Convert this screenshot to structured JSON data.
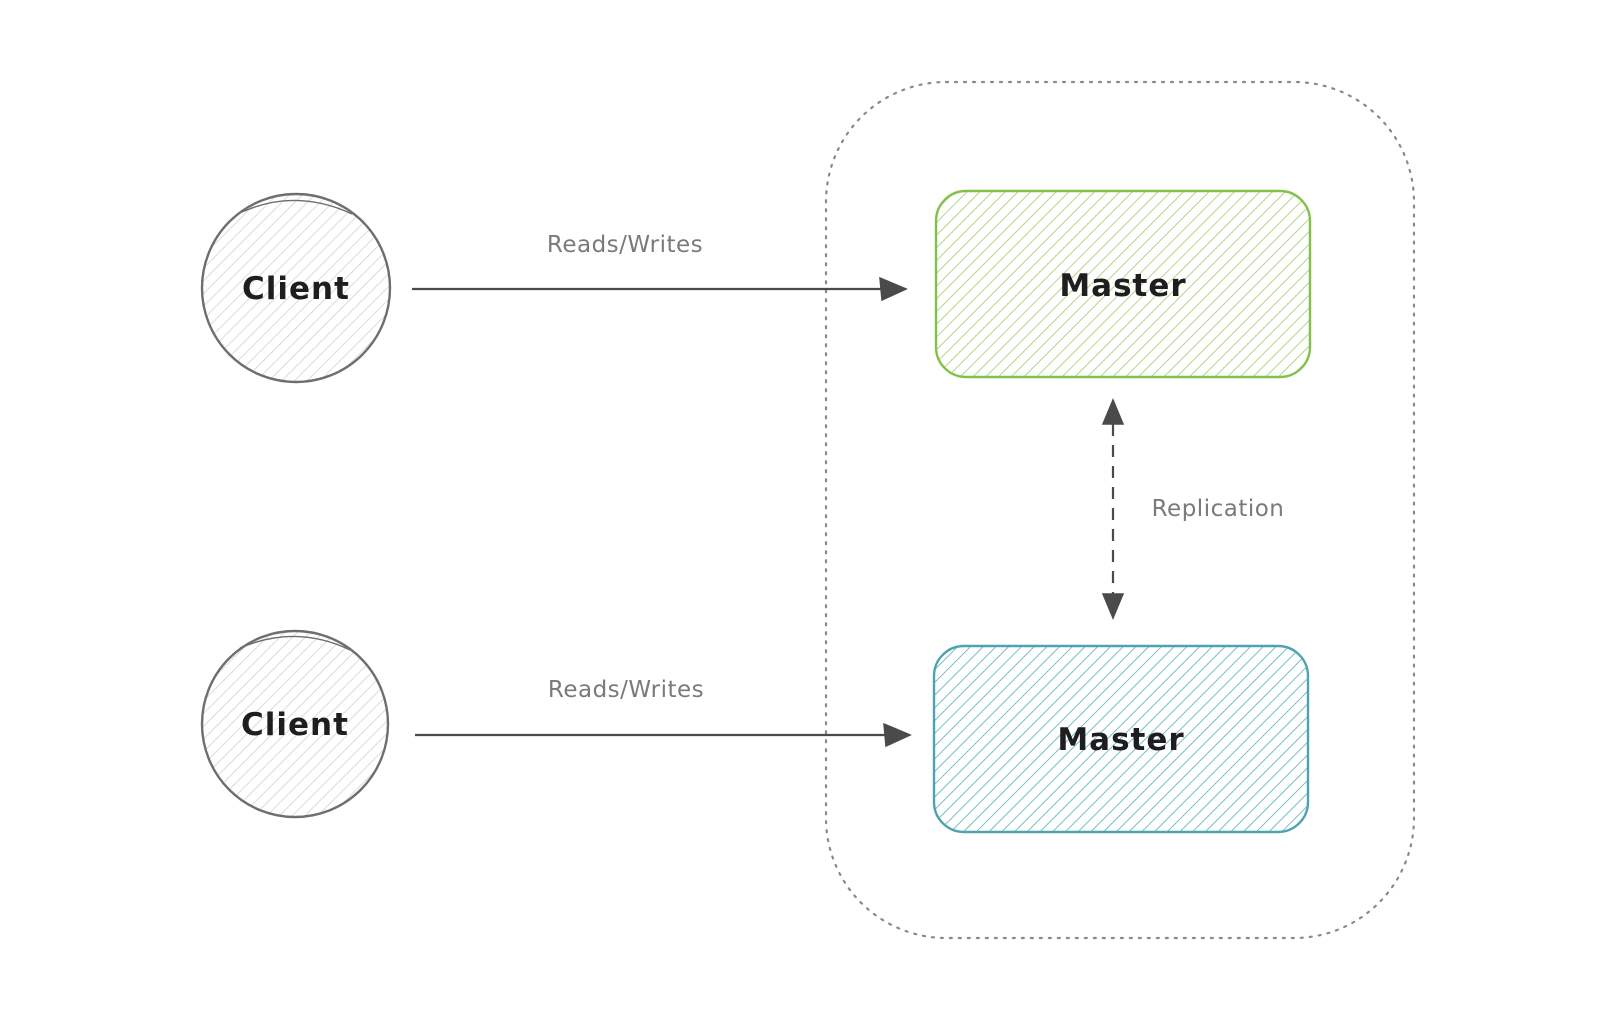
{
  "colors": {
    "background": "#ffffff",
    "client_stroke": "#6e6e6e",
    "client_hatch": "#c9d6d2",
    "master_top_stroke": "#82c04a",
    "master_top_hatch": "#a8d47a",
    "master_bottom_stroke": "#4fa3b1",
    "master_bottom_hatch": "#66b8c4",
    "edge": "#4a4a4a",
    "group_border": "#8a8a8a",
    "label_text": "#7a7a7a",
    "node_text": "#1e1e1e"
  },
  "nodes": {
    "client_top": {
      "label": "Client"
    },
    "client_bottom": {
      "label": "Client"
    },
    "master_top": {
      "label": "Master"
    },
    "master_bottom": {
      "label": "Master"
    }
  },
  "edges": {
    "top_arrow": {
      "label": "Reads/Writes"
    },
    "bottom_arrow": {
      "label": "Reads/Writes"
    },
    "replication": {
      "label": "Replication"
    }
  }
}
